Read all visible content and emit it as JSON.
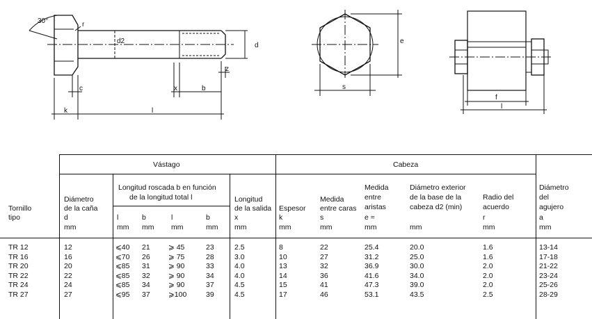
{
  "drawing": {
    "bolt": {
      "angle": "30°",
      "r": "r",
      "d2": "d2",
      "d": "d",
      "c": "c",
      "x": "x",
      "b": "b",
      "z": "z",
      "k": "k",
      "l": "l"
    },
    "head": {
      "e": "e",
      "s": "s"
    },
    "assembly": {
      "f": "f",
      "l": "l"
    }
  },
  "table": {
    "header": {
      "tornillo_line1": "Tornillo",
      "tornillo_line2": "tipo",
      "vastago": "Vástago",
      "cabeza": "Cabeza",
      "diam_cana_line1": "Diámetro",
      "diam_cana_line2": "de la caña",
      "diam_cana_sym": "d",
      "diam_cana_unit": "mm",
      "long_roscada_line1": "Longitud roscada b en función",
      "long_roscada_line2": "de la longitud total l",
      "sub": [
        {
          "sym": "l",
          "unit": "mm"
        },
        {
          "sym": "b",
          "unit": "mm"
        },
        {
          "sym": "l",
          "unit": "mm"
        },
        {
          "sym": "b",
          "unit": "mm"
        }
      ],
      "long_salida_line1": "Longitud",
      "long_salida_line2": "de la salida",
      "long_salida_sym": "x",
      "long_salida_unit": "mm",
      "espesor_line1": "Espesor",
      "espesor_sym": "k",
      "espesor_unit": "mm",
      "medida_caras_line1": "Medida",
      "medida_caras_line2": "entre caras",
      "medida_caras_sym": "s",
      "medida_caras_unit": "mm",
      "medida_aristas_line1": "Medida",
      "medida_aristas_line2": "entre",
      "medida_aristas_line3": "aristas",
      "medida_aristas_sym": "e ≈",
      "medida_aristas_unit": "mm",
      "diam_base_line1": "Diámetro exterior",
      "diam_base_line2": "de la base de la",
      "diam_base_line3": "cabeza d2 (min)",
      "diam_base_unit": "mm",
      "radio_line1": "Radio del",
      "radio_line2": "acuerdo",
      "radio_sym": "r",
      "radio_unit": "mm",
      "agujero_line1": "Diámetro",
      "agujero_line2": "del",
      "agujero_line3": "agujero",
      "agujero_sym": "a",
      "agujero_unit": "mm"
    },
    "rows": [
      {
        "tipo": "TR 12",
        "d": "12",
        "l1": "⩽40",
        "b1": "21",
        "l2": "⩾ 45",
        "b2": "23",
        "x": "2.5",
        "k": "8",
        "s": "22",
        "e": "25.4",
        "d2": "20.0",
        "r": "1.6",
        "a": "13-14"
      },
      {
        "tipo": "TR 16",
        "d": "16",
        "l1": "⩽70",
        "b1": "26",
        "l2": "⩾ 75",
        "b2": "28",
        "x": "3.0",
        "k": "10",
        "s": "27",
        "e": "31.2",
        "d2": "25.0",
        "r": "1.6",
        "a": "17-18"
      },
      {
        "tipo": "TR 20",
        "d": "20",
        "l1": "⩽85",
        "b1": "31",
        "l2": "⩾ 90",
        "b2": "33",
        "x": "4.0",
        "k": "13",
        "s": "32",
        "e": "36.9",
        "d2": "30.0",
        "r": "2.0",
        "a": "21-22"
      },
      {
        "tipo": "TR 22",
        "d": "22",
        "l1": "⩽85",
        "b1": "32",
        "l2": "⩾ 90",
        "b2": "34",
        "x": "4.0",
        "k": "14",
        "s": "36",
        "e": "41.6",
        "d2": "34.0",
        "r": "2.0",
        "a": "23-24"
      },
      {
        "tipo": "TR 24",
        "d": "24",
        "l1": "⩽85",
        "b1": "34",
        "l2": "⩾ 90",
        "b2": "37",
        "x": "4.5",
        "k": "15",
        "s": "41",
        "e": "47.3",
        "d2": "39.0",
        "r": "2.0",
        "a": "25-26"
      },
      {
        "tipo": "TR 27",
        "d": "27",
        "l1": "⩽95",
        "b1": "37",
        "l2": "⩾100",
        "b2": "39",
        "x": "4.5",
        "k": "17",
        "s": "46",
        "e": "53.1",
        "d2": "43.5",
        "r": "2.5",
        "a": "28-29"
      }
    ]
  }
}
